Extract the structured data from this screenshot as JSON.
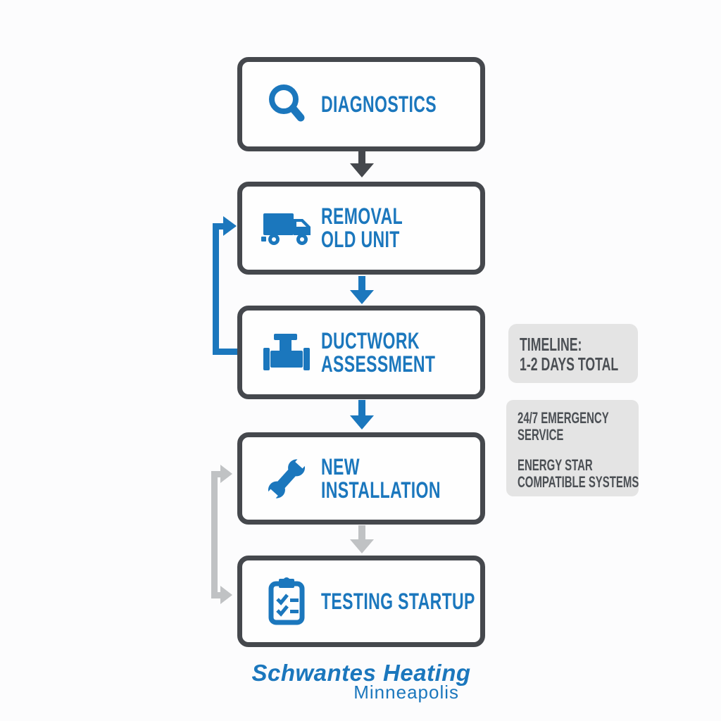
{
  "colors": {
    "blue": "#1b77bd",
    "charcoal": "#45484d",
    "gray": "#c0c2c4",
    "panel_bg": "#e4e4e4",
    "panel_text": "#4b4f54"
  },
  "flow": {
    "steps": [
      {
        "id": "diagnostics",
        "icon": "magnifier-icon",
        "lines": [
          "DIAGNOSTICS"
        ]
      },
      {
        "id": "removal-old-unit",
        "icon": "truck-icon",
        "lines": [
          "REMOVAL",
          "OLD UNIT"
        ]
      },
      {
        "id": "ductwork-assessment",
        "icon": "pipe-icon",
        "lines": [
          "DUCTWORK",
          "ASSESSMENT"
        ]
      },
      {
        "id": "new-installation",
        "icon": "wrench-icon",
        "lines": [
          "NEW",
          "INSTALLATION"
        ]
      },
      {
        "id": "testing-startup",
        "icon": "clipboard-icon",
        "lines": [
          "TESTING STARTUP"
        ]
      }
    ]
  },
  "annotations": {
    "timeline": {
      "lines": [
        "TIMELINE:",
        "1-2 DAYS TOTAL"
      ]
    },
    "features": {
      "items": [
        {
          "lines": [
            "24/7 EMERGENCY",
            "SERVICE"
          ]
        },
        {
          "lines": [
            "ENERGY STAR",
            "COMPATIBLE SYSTEMS"
          ]
        }
      ]
    }
  },
  "footer": {
    "brand": "Schwantes Heating",
    "city": "Minneapolis"
  }
}
